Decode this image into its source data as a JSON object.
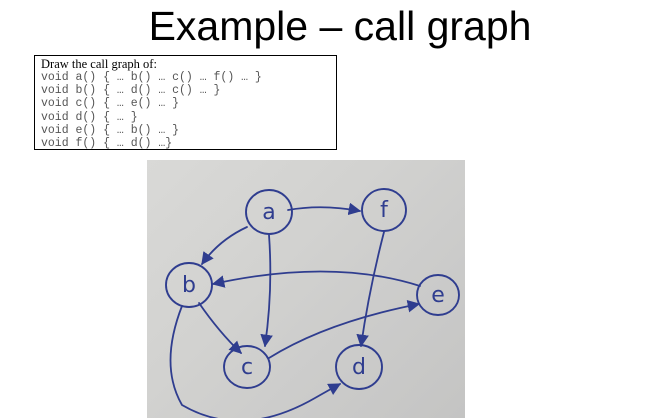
{
  "title": "Example – call graph",
  "code": {
    "header": "Draw the call graph of:",
    "lines": [
      "void a() { … b() … c() … f() … }",
      "void b() { … d() … c() … }",
      "void c() { … e() … }",
      "void d() { … }",
      "void e() { … b() … }",
      "void f() { … d() …}"
    ]
  },
  "graph": {
    "nodes": [
      "a",
      "f",
      "b",
      "e",
      "c",
      "d"
    ],
    "edges": [
      [
        "a",
        "f"
      ],
      [
        "a",
        "b"
      ],
      [
        "a",
        "c"
      ],
      [
        "b",
        "c"
      ],
      [
        "b",
        "d"
      ],
      [
        "c",
        "e"
      ],
      [
        "e",
        "b"
      ],
      [
        "f",
        "d"
      ]
    ]
  },
  "colors": {
    "ink": "#2f3d8f",
    "paper": "#d2d2d0"
  }
}
